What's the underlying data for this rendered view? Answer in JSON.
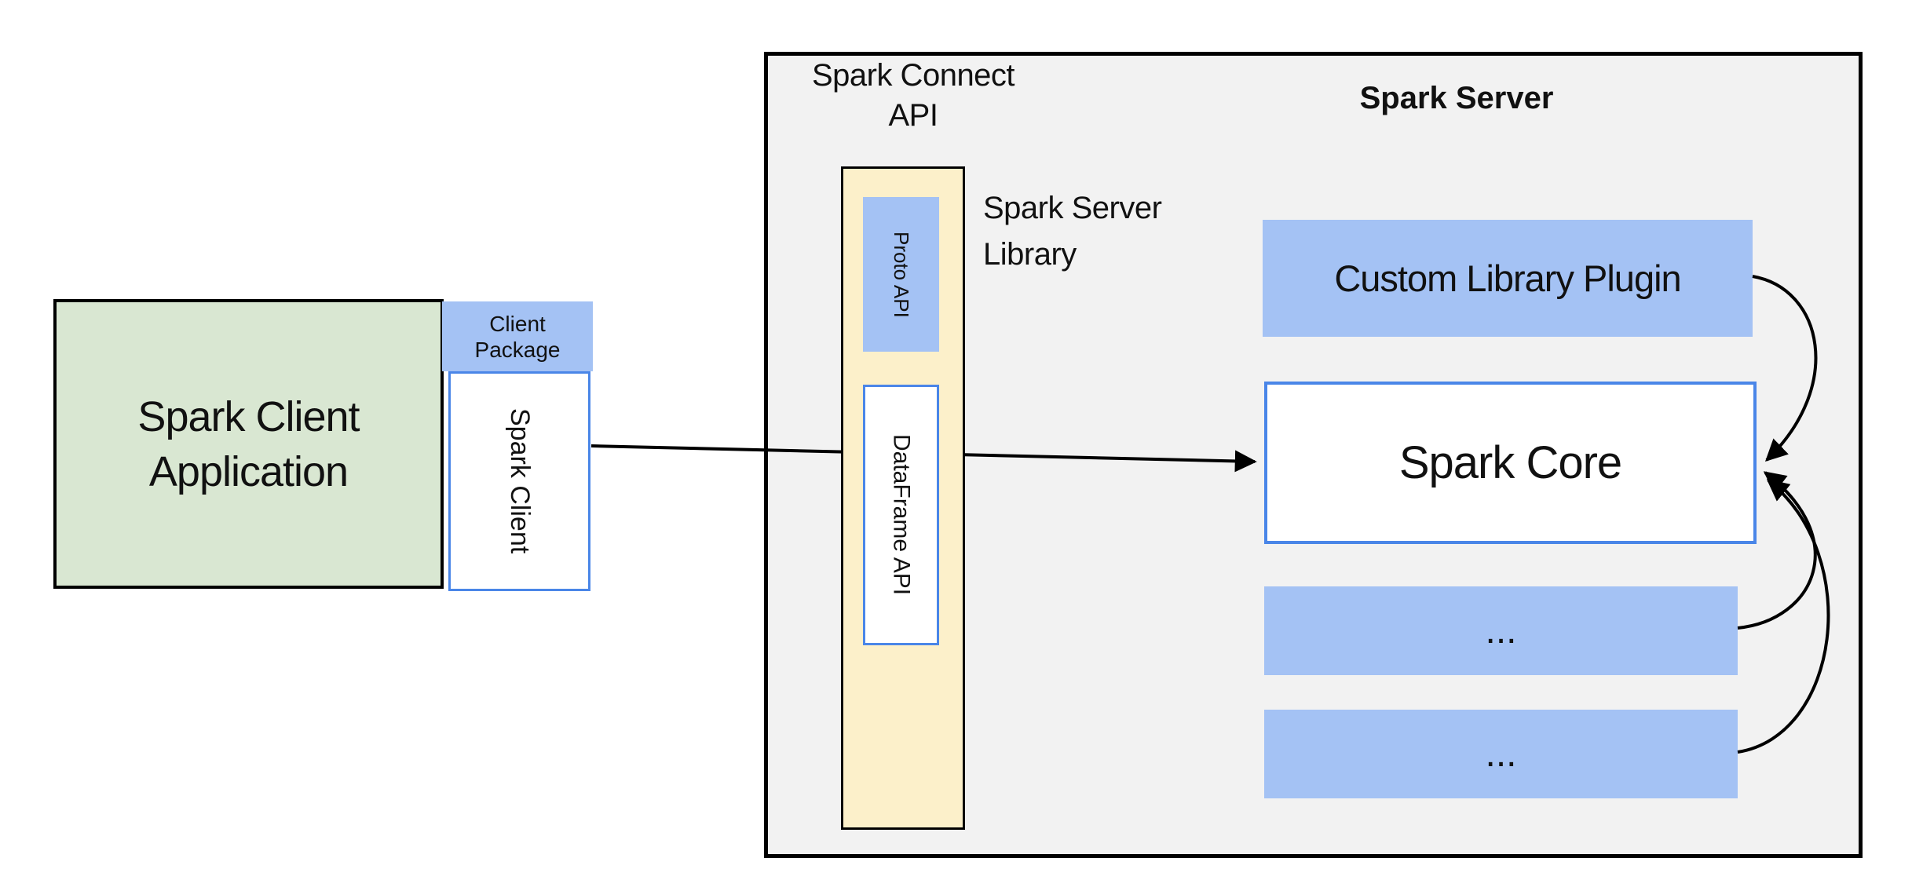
{
  "colors": {
    "green_fill": "#d9e7d2",
    "blue_fill": "#a4c2f4",
    "yellow_fill": "#fcf0ca",
    "gray_fill": "#f2f2f2",
    "blue_border": "#4a86e8",
    "line": "#000000"
  },
  "client": {
    "application_line1": "Spark Client",
    "application_line2": "Application",
    "package_line1": "Client",
    "package_line2": "Package",
    "spark_client": "Spark Client"
  },
  "connect_api": {
    "title_line1": "Spark Connect",
    "title_line2": "API",
    "proto_api": "Proto API",
    "dataframe_api": "DataFrame API",
    "server_library_line1": "Spark Server",
    "server_library_line2": "Library"
  },
  "server": {
    "title": "Spark Server",
    "custom_plugin": "Custom Library Plugin",
    "core": "Spark Core",
    "more_top": "...",
    "more_bottom": "..."
  }
}
